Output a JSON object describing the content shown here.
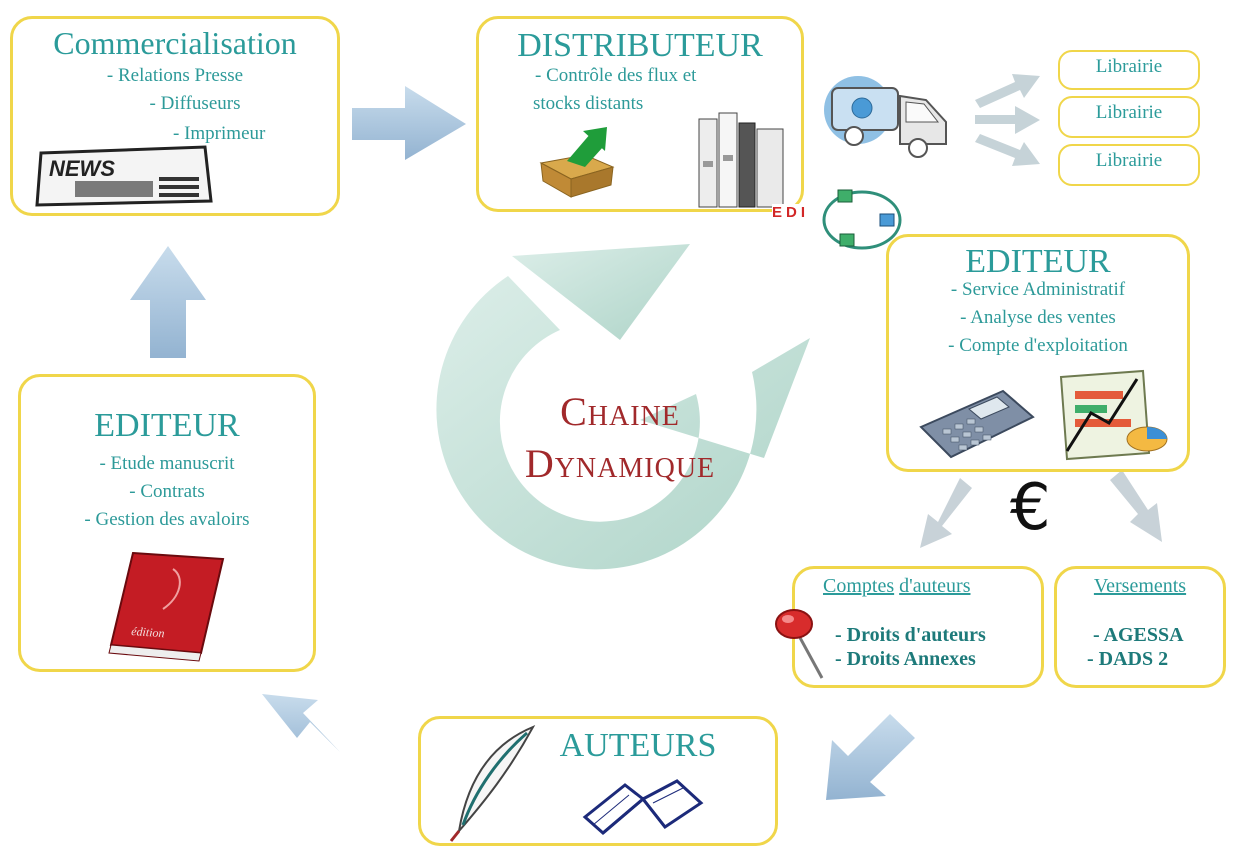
{
  "colors": {
    "box_border": "#f0d64a",
    "teal_text": "#2b9b9a",
    "center_text": "#a1292b",
    "arrow": "#a9c3dc",
    "cycle": "#bcdcd0"
  },
  "center": {
    "line1": "Chaine",
    "line2": "Dynamique"
  },
  "commercialisation": {
    "title": "Commercialisation",
    "items": [
      "- Relations Presse",
      "- Diffuseurs",
      "- Imprimeur"
    ],
    "icon": "newspaper-icon",
    "icon_text": "NEWS"
  },
  "distributeur": {
    "title": "DISTRIBUTEUR",
    "items": [
      "- Contrôle des flux et",
      "stocks distants"
    ],
    "icons": [
      "box-icon",
      "binders-icon"
    ]
  },
  "truck_icon": "delivery-truck-icon",
  "librairies": [
    "Librairie",
    "Librairie",
    "Librairie"
  ],
  "edi": {
    "label": "EDI",
    "icon": "network-ring-icon"
  },
  "editeur_right": {
    "title": "EDITEUR",
    "items": [
      "- Service Administratif",
      "- Analyse des ventes",
      "- Compte d'exploitation"
    ],
    "icons": [
      "calculator-icon",
      "chart-icon"
    ]
  },
  "euro_symbol": "€",
  "comptes": {
    "title_a": "Comptes",
    "title_b": "d'auteurs",
    "items": [
      "- Droits d'auteurs",
      "- Droits Annexes"
    ],
    "icon": "pushpin-icon"
  },
  "versements": {
    "title": "Versements",
    "items": [
      "- AGESSA",
      "- DADS 2"
    ]
  },
  "auteurs": {
    "title": "AUTEURS",
    "icons": [
      "quill-icon",
      "open-book-icon"
    ]
  },
  "editeur_left": {
    "title": "EDITEUR",
    "items": [
      "- Etude manuscrit",
      "- Contrats",
      "- Gestion des avaloirs"
    ],
    "icon": "red-book-icon",
    "icon_text": "édition"
  }
}
